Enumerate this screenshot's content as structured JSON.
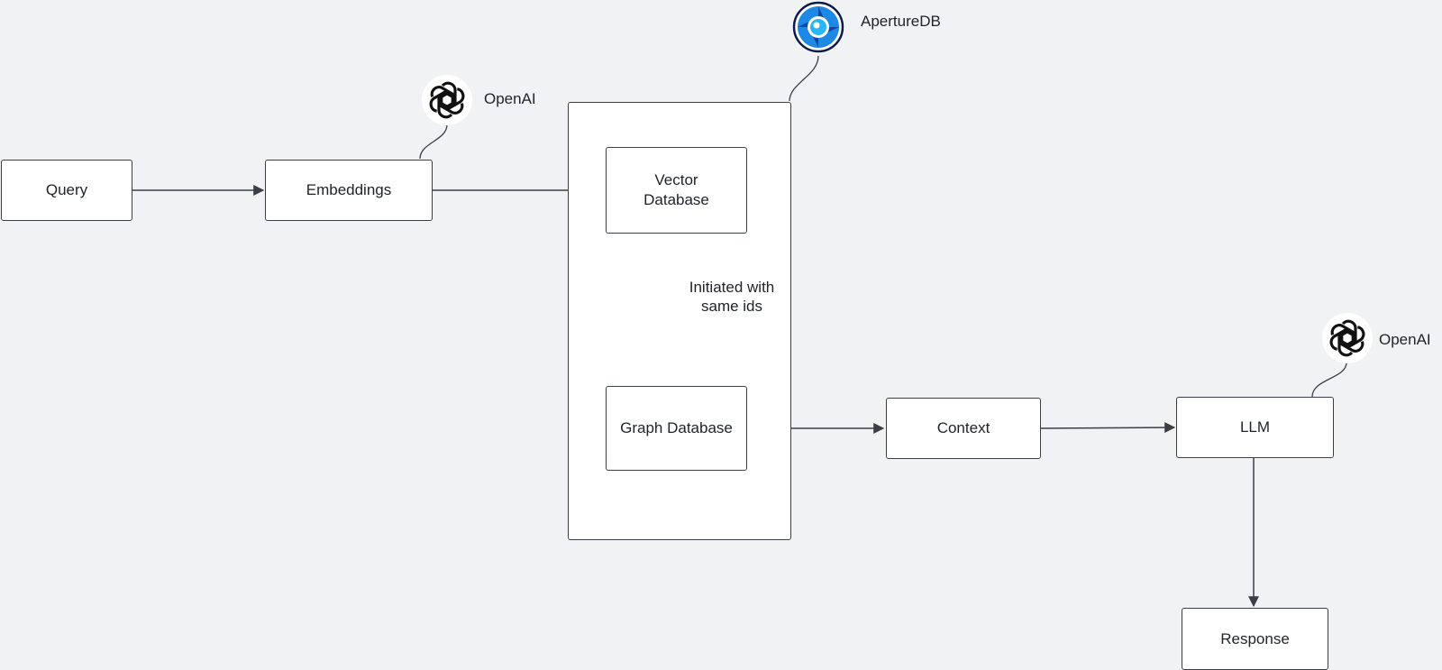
{
  "nodes": {
    "query": "Query",
    "embeddings": "Embeddings",
    "vector_db": "Vector\nDatabase",
    "graph_db": "Graph Database",
    "context": "Context",
    "llm": "LLM",
    "response": "Response"
  },
  "labels": {
    "openai_top": "OpenAI",
    "aperturedb": "ApertureDB",
    "openai_right": "OpenAI",
    "dashed_note": "Initiated with same ids"
  },
  "icons": {
    "openai": "openai-logo-icon",
    "aperturedb": "aperturedb-logo-icon"
  },
  "colors": {
    "background": "#f1f2f4",
    "stroke": "#3a3f46",
    "aperture_blue": "#1e88e5"
  }
}
